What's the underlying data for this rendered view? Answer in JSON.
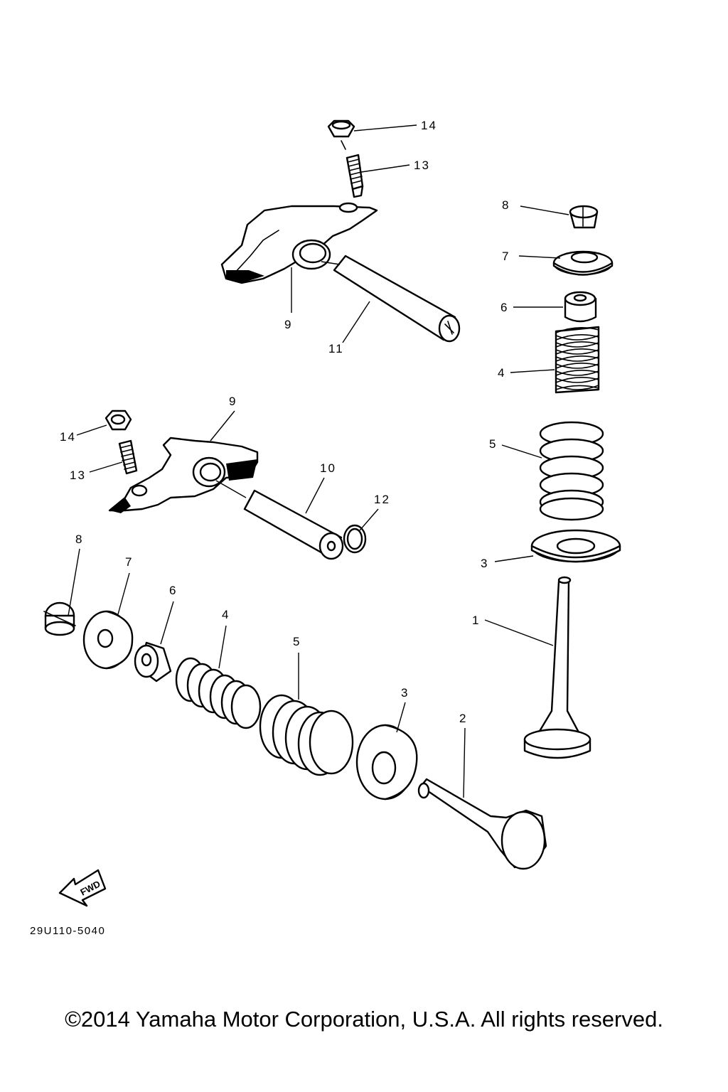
{
  "diagram": {
    "callouts": {
      "valve_upper": "1",
      "valve_lower": "2",
      "spring_seat_right": "3",
      "spring_seat_lower": "3",
      "inner_spring_right": "4",
      "inner_spring_lower": "4",
      "outer_spring_right": "5",
      "outer_spring_lower": "5",
      "stem_seal_right": "6",
      "stem_seal_lower": "6",
      "retainer_right": "7",
      "retainer_lower": "7",
      "cotter_right": "8",
      "cotter_lower": "8",
      "rocker_arm_upper": "9",
      "rocker_arm_lower": "9",
      "shaft_lower": "10",
      "shaft_upper": "11",
      "o_ring": "12",
      "adjuster_upper": "13",
      "adjuster_lower": "13",
      "locknut_upper": "14",
      "locknut_lower": "14"
    },
    "fwd_label": "FWD",
    "drawing_code": "29U110-5040"
  },
  "copyright": "©2014 Yamaha Motor Corporation, U.S.A. All rights reserved."
}
